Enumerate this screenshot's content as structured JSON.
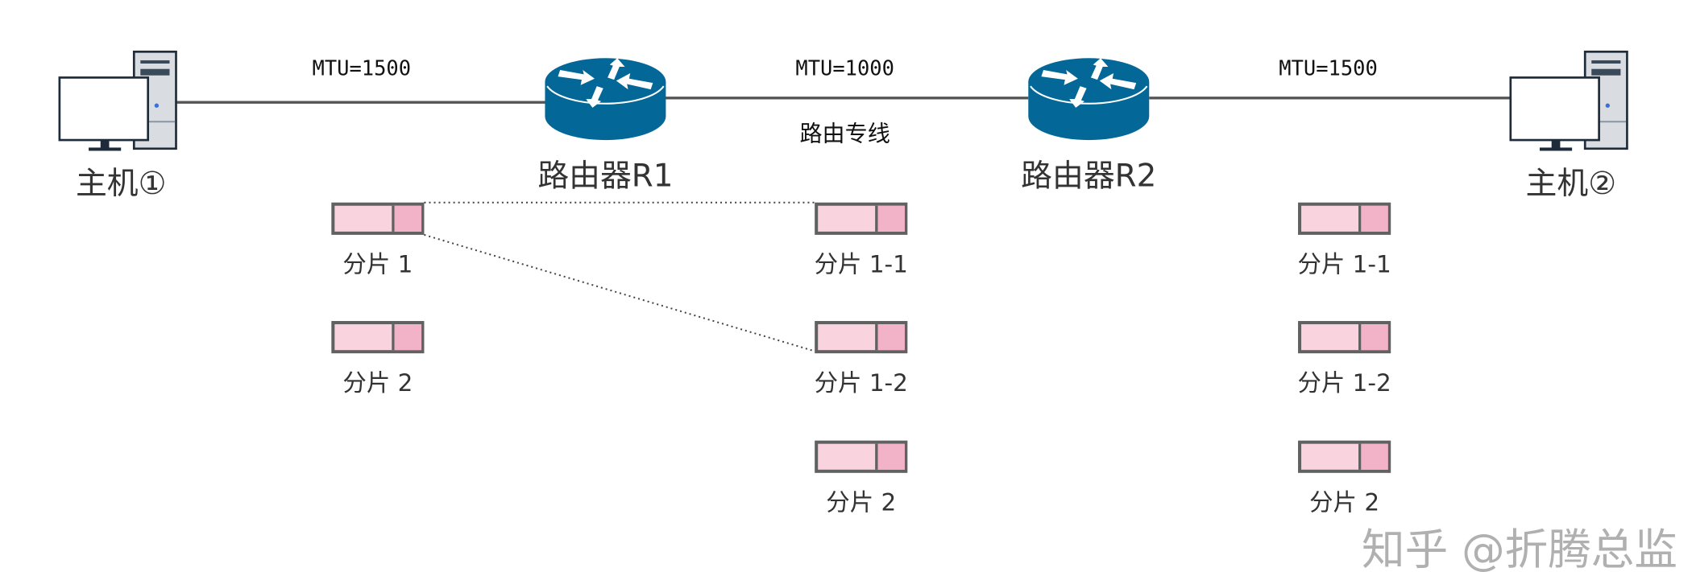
{
  "hosts": [
    {
      "label": "主机①"
    },
    {
      "label": "主机②"
    }
  ],
  "routers": [
    {
      "label": "路由器R1"
    },
    {
      "label": "路由器R2"
    }
  ],
  "links": [
    {
      "mtu": "MTU=1500"
    },
    {
      "mtu": "MTU=1000",
      "note": "路由专线"
    },
    {
      "mtu": "MTU=1500"
    }
  ],
  "columns": [
    {
      "fragments": [
        "分片 1",
        "分片 2"
      ]
    },
    {
      "fragments": [
        "分片 1-1",
        "分片 1-2",
        "分片 2"
      ]
    },
    {
      "fragments": [
        "分片 1-1",
        "分片 1-2",
        "分片 2"
      ]
    }
  ],
  "colors": {
    "router": "#036897",
    "line": "#555555",
    "payload": "#f9d3de",
    "header": "#f2b3c8",
    "box_border": "#616161"
  },
  "watermark": "知乎 @折腾总监"
}
